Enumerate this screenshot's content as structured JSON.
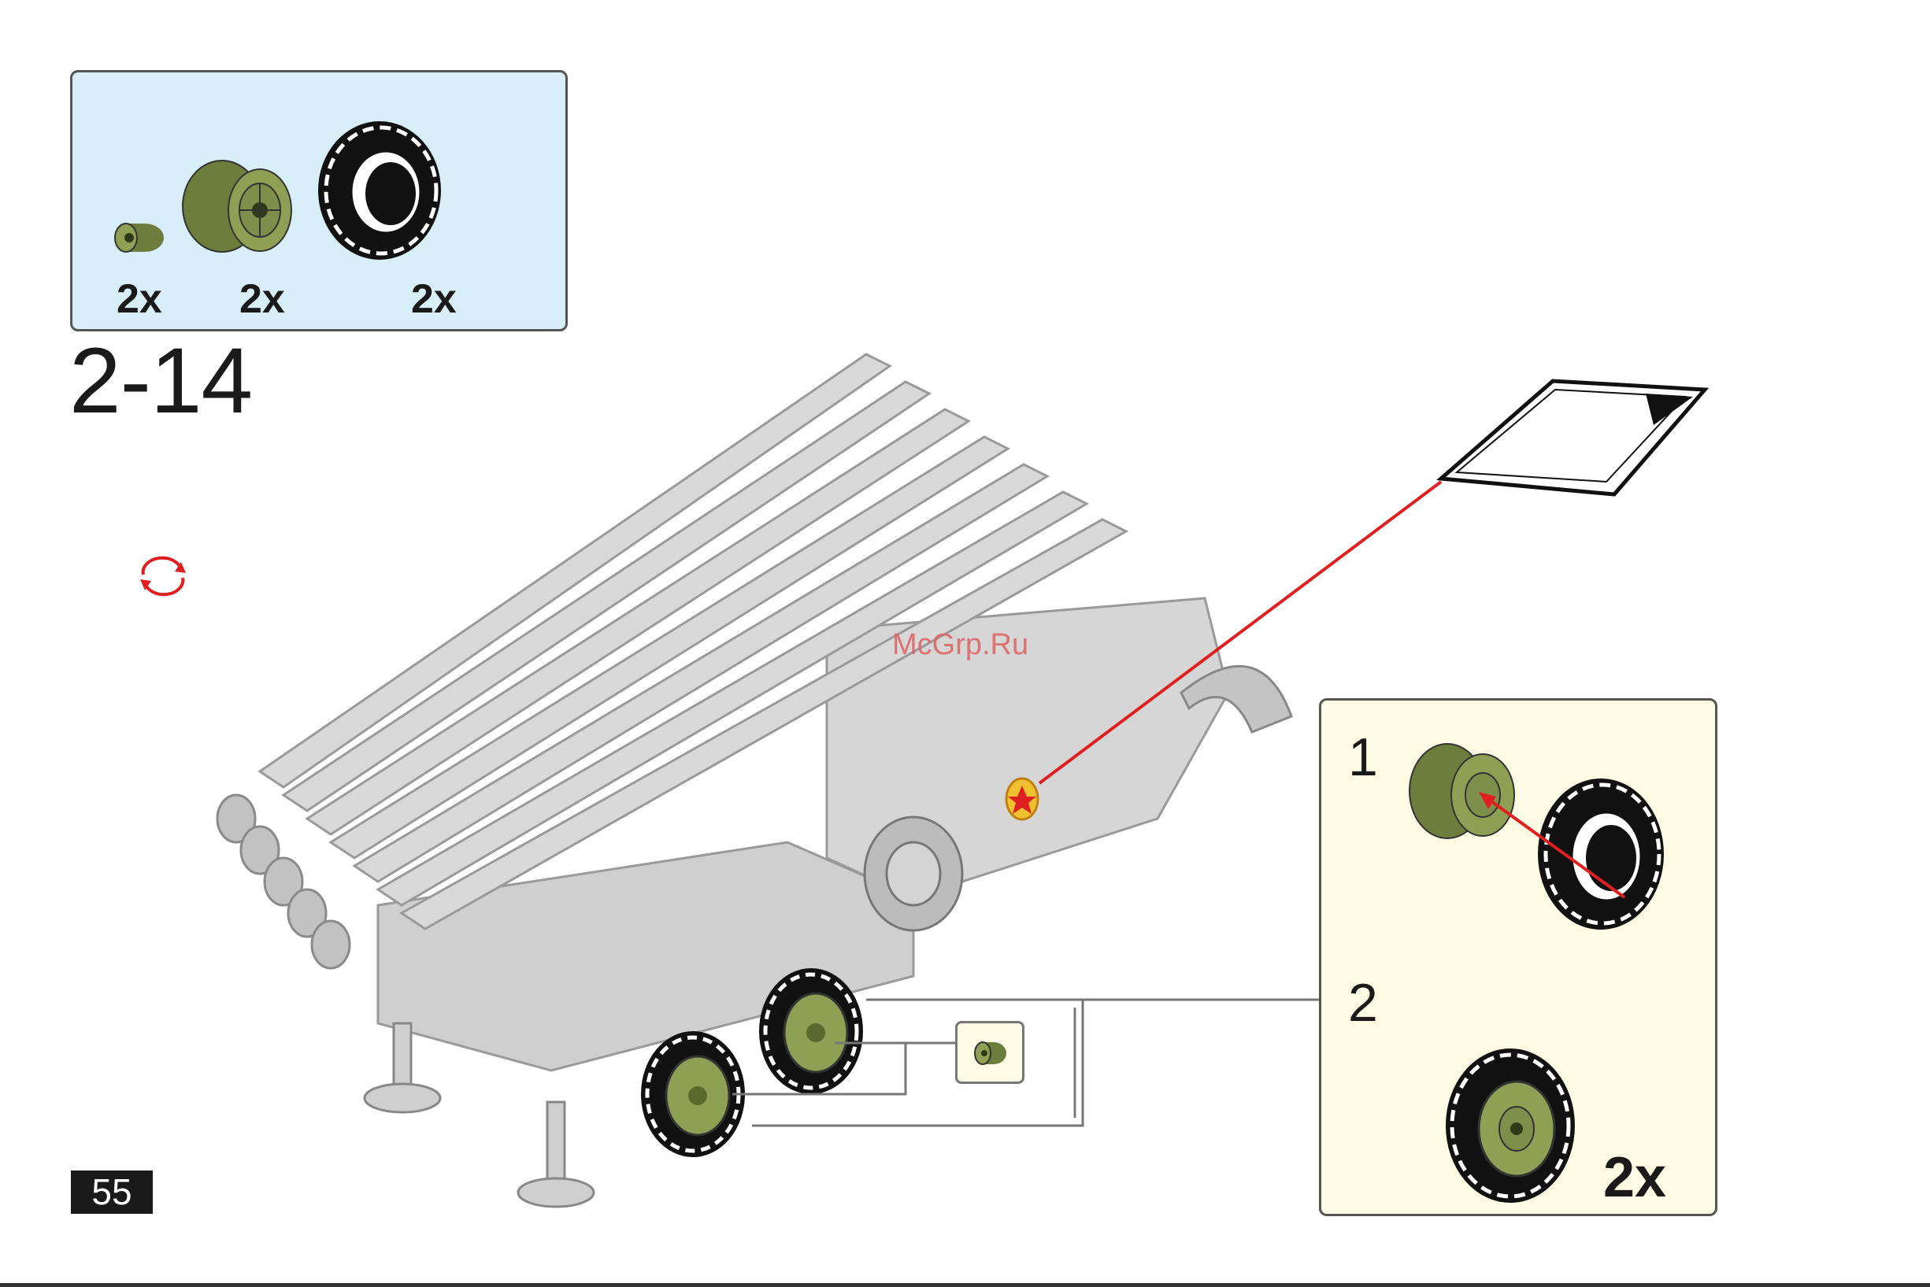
{
  "parts": [
    {
      "name": "bushing",
      "qty": "2x",
      "color": "#7d8f4a"
    },
    {
      "name": "wheel-rim",
      "qty": "2x",
      "color": "#7d8f4a"
    },
    {
      "name": "tire",
      "qty": "2x",
      "color": "#111111"
    }
  ],
  "step": {
    "number": "2-14"
  },
  "substeps": [
    {
      "number": "1"
    },
    {
      "number": "2",
      "qty": "2x"
    }
  ],
  "watermark": "McGrp.Ru",
  "page_number": "55",
  "icons": [
    "rotate-icon",
    "sticker-icon"
  ],
  "colors": {
    "accent_red": "#e02020",
    "olive": "#7d8f4a",
    "parts_bg": "#d8eef8",
    "sub_bg": "#fdfbe3",
    "model_grey": "#c8c8c8"
  }
}
